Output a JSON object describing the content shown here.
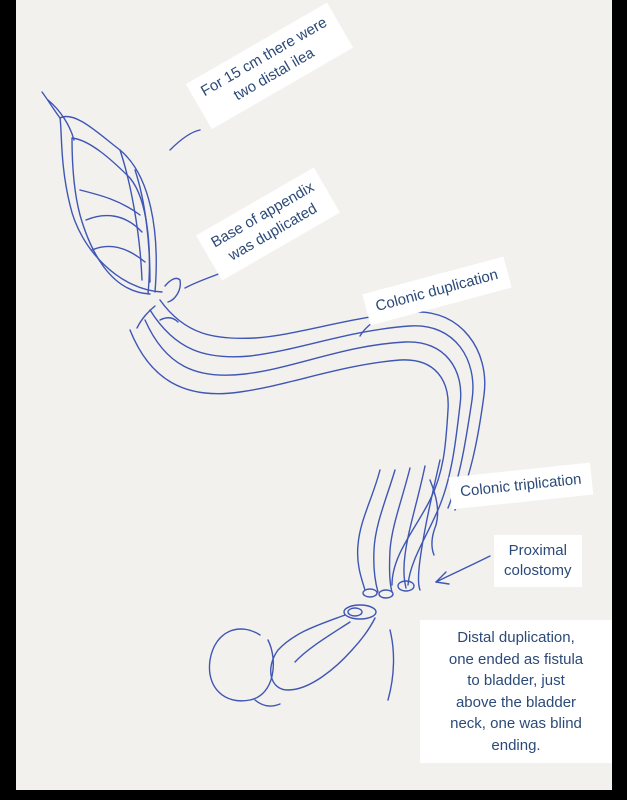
{
  "colors": {
    "ink": "#3f56b4",
    "label_text": "#2b4a78",
    "paper": "#f2f1ee",
    "frame": "#000000",
    "label_bg": "#ffffff"
  },
  "labels": {
    "ilea": [
      "For 15 cm there were",
      "two distal ilea"
    ],
    "appendix": [
      "Base of appendix",
      "was duplicated"
    ],
    "colonic_duplication": [
      "Colonic duplication"
    ],
    "colonic_triplication": [
      "Colonic triplication"
    ],
    "proximal_colostomy": [
      "Proximal",
      "colostomy"
    ],
    "distal_duplication": [
      "Distal duplication,",
      "one ended as fistula",
      "to bladder, just",
      "above the bladder",
      "neck, one was blind",
      "ending."
    ]
  }
}
